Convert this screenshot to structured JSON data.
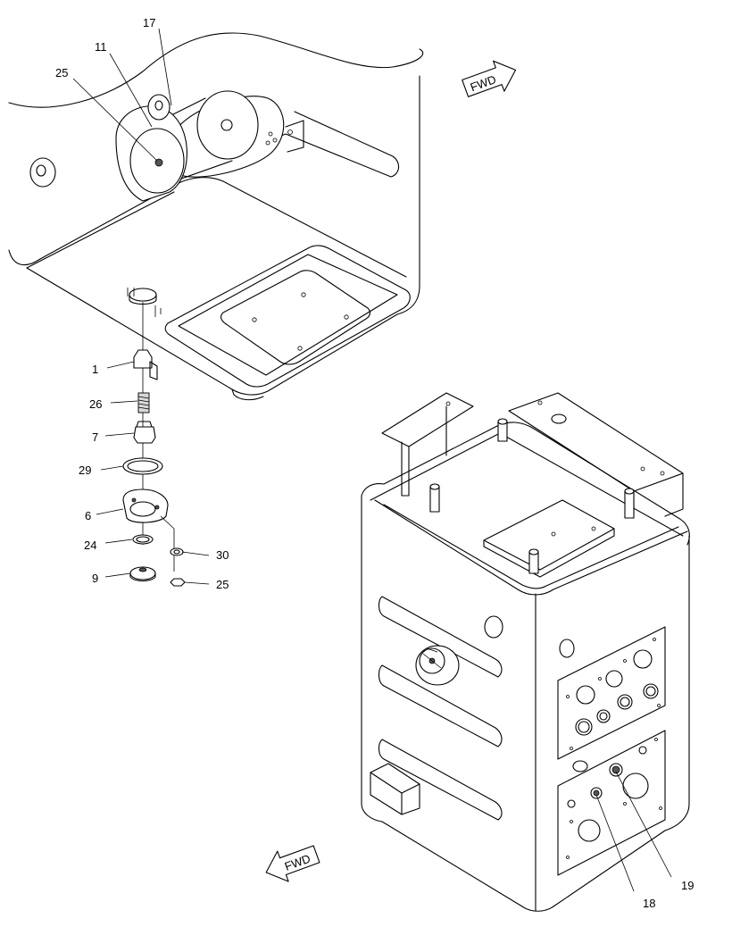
{
  "diagram": {
    "callouts": {
      "c17": "17",
      "c11": "11",
      "c25_top": "25",
      "c1": "1",
      "c26": "26",
      "c7": "7",
      "c29": "29",
      "c6": "6",
      "c24": "24",
      "c9": "9",
      "c30": "30",
      "c25_bottom": "25",
      "c18": "18",
      "c19": "19"
    },
    "arrows": {
      "fwd_top": "FWD",
      "fwd_bottom": "FWD"
    }
  }
}
